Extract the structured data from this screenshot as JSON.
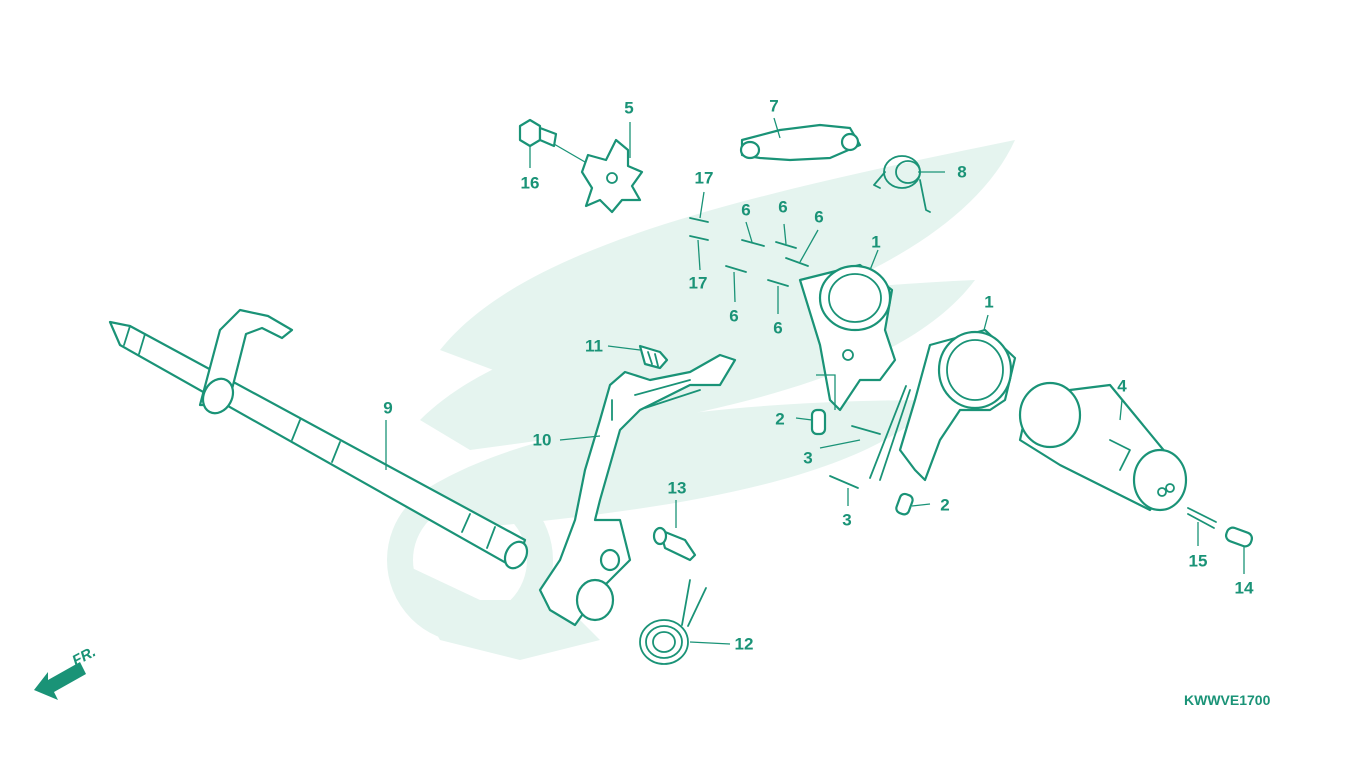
{
  "diagram": {
    "accent_color": "#1a9377",
    "watermark_color": "#e5f4ef",
    "diagram_code": "KWWVE1700",
    "direction_label": "FR.",
    "callouts": [
      {
        "id": "c1a",
        "label": "1"
      },
      {
        "id": "c1b",
        "label": "1"
      },
      {
        "id": "c2a",
        "label": "2"
      },
      {
        "id": "c2b",
        "label": "2"
      },
      {
        "id": "c3a",
        "label": "3"
      },
      {
        "id": "c3b",
        "label": "3"
      },
      {
        "id": "c4",
        "label": "4"
      },
      {
        "id": "c5",
        "label": "5"
      },
      {
        "id": "c6a",
        "label": "6"
      },
      {
        "id": "c6b",
        "label": "6"
      },
      {
        "id": "c6c",
        "label": "6"
      },
      {
        "id": "c6d",
        "label": "6"
      },
      {
        "id": "c6e",
        "label": "6"
      },
      {
        "id": "c7",
        "label": "7"
      },
      {
        "id": "c8",
        "label": "8"
      },
      {
        "id": "c9",
        "label": "9"
      },
      {
        "id": "c10",
        "label": "10"
      },
      {
        "id": "c11",
        "label": "11"
      },
      {
        "id": "c12",
        "label": "12"
      },
      {
        "id": "c13",
        "label": "13"
      },
      {
        "id": "c14",
        "label": "14"
      },
      {
        "id": "c15",
        "label": "15"
      },
      {
        "id": "c16",
        "label": "16"
      },
      {
        "id": "c17a",
        "label": "17"
      },
      {
        "id": "c17b",
        "label": "17"
      }
    ]
  }
}
